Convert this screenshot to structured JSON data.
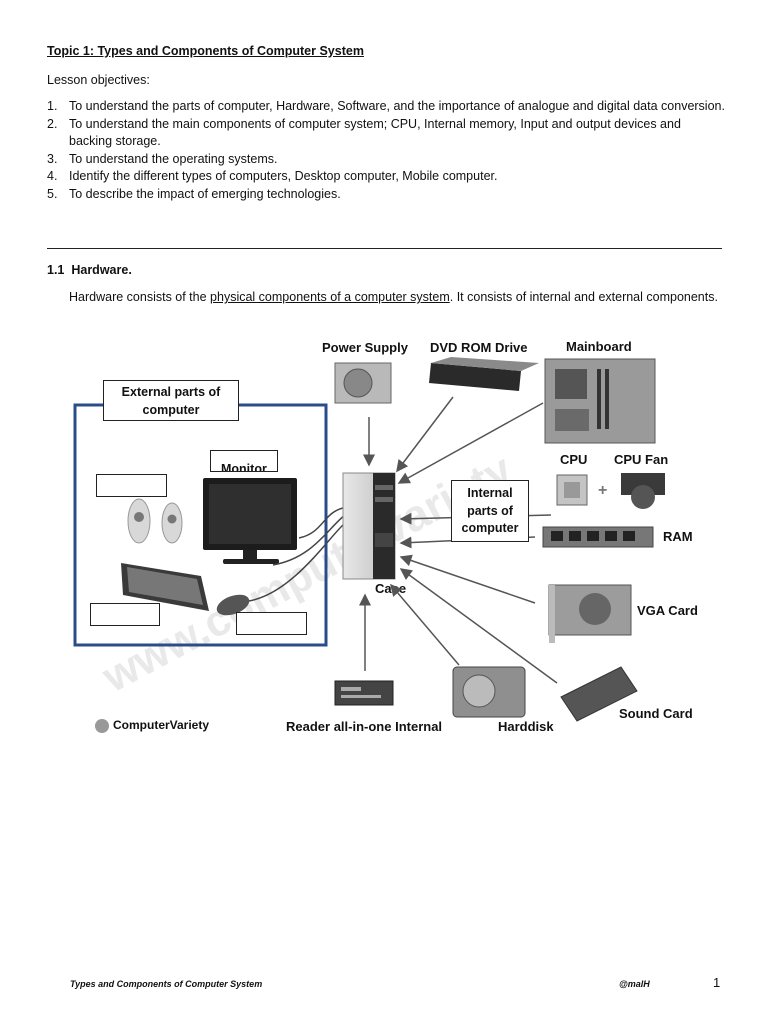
{
  "title": "Topic 1: Types and Components of Computer System",
  "objectives_label": "Lesson objectives:",
  "objectives": [
    {
      "num": "1.",
      "text": "To understand the parts of computer, Hardware, Software, and the importance of analogue and digital data conversion."
    },
    {
      "num": "2.",
      "text": "To understand the main components of computer system; CPU, Internal memory, Input and output devices and backing storage."
    },
    {
      "num": "3.",
      "text": "To understand the operating systems."
    },
    {
      "num": "4.",
      "text": "Identify the different types of computers, Desktop computer, Mobile computer."
    },
    {
      "num": "5.",
      "text": "To describe the impact of emerging technologies."
    }
  ],
  "section": {
    "number": "1.1",
    "heading": "Hardware."
  },
  "paragraph": {
    "before": "Hardware consists of the ",
    "underlined": "physical components of a computer system",
    "after": ". It consists of internal and external components."
  },
  "diagram": {
    "external_box_label": "External parts of computer",
    "internal_box_label": "Internal parts of computer",
    "partial_label": "Monitor",
    "labels": {
      "power_supply": "Power Supply",
      "dvd_rom": "DVD ROM Drive",
      "mainboard": "Mainboard",
      "cpu": "CPU",
      "plus": "+",
      "cpu_fan": "CPU Fan",
      "ram": "RAM",
      "vga": "VGA Card",
      "sound": "Sound Card",
      "harddisk": "Harddisk",
      "reader": "Reader all-in-one Internal",
      "case": "Case",
      "logo": "ComputerVariety",
      "watermark": "www.computervariety"
    }
  },
  "footer": {
    "left": "Types and Components of Computer System",
    "right": "@malH",
    "page": "1"
  }
}
